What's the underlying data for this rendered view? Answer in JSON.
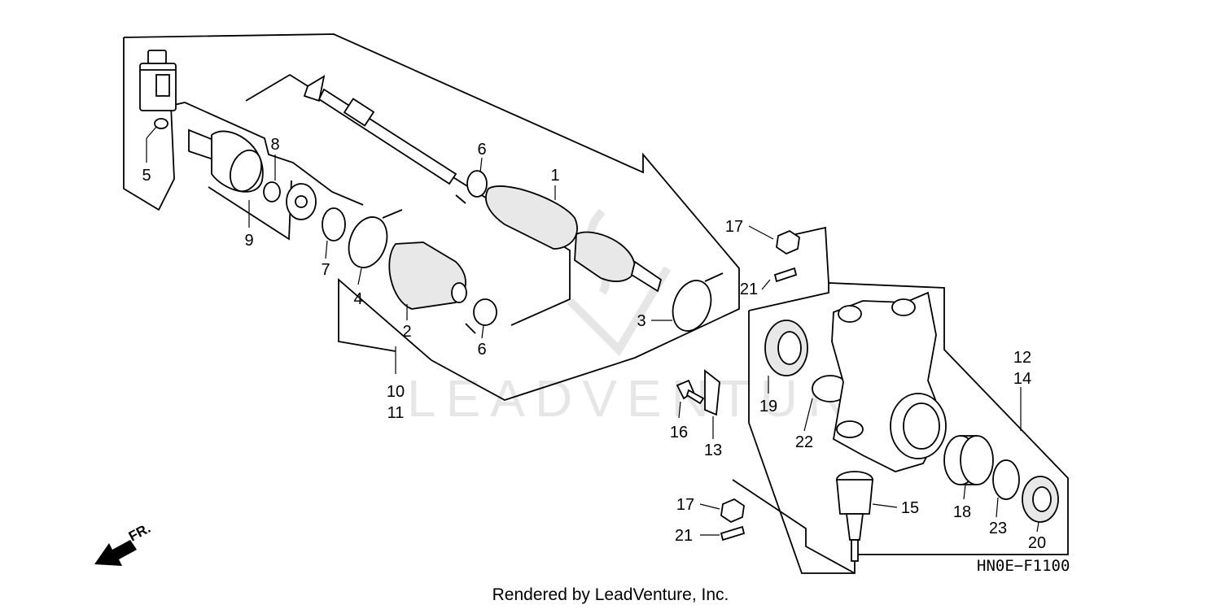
{
  "diagram": {
    "code": "HN0E−F1100",
    "watermark": "LEADVENTURE",
    "footer": "Rendered by LeadVenture, Inc.",
    "direction_label": "FR."
  },
  "callouts": {
    "c1": "1",
    "c2": "2",
    "c3": "3",
    "c4": "4",
    "c5": "5",
    "c6a": "6",
    "c6b": "6",
    "c7": "7",
    "c8": "8",
    "c9": "9",
    "c10": "10",
    "c11": "11",
    "c12": "12",
    "c13": "13",
    "c14": "14",
    "c15": "15",
    "c16": "16",
    "c17a": "17",
    "c17b": "17",
    "c18": "18",
    "c19": "19",
    "c20": "20",
    "c21a": "21",
    "c21b": "21",
    "c22": "22",
    "c23": "23"
  }
}
